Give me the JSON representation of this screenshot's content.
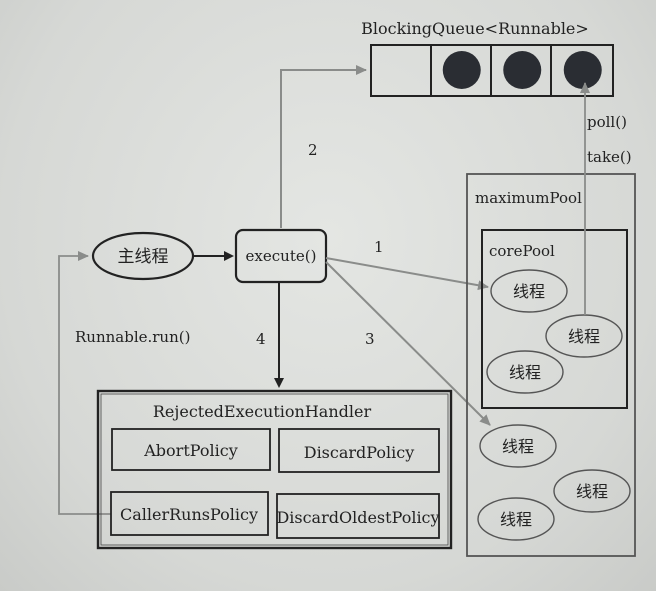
{
  "queue": {
    "title": "BlockingQueue<Runnable>",
    "slots_filled": [
      false,
      true,
      true,
      true
    ]
  },
  "main_thread": {
    "label": "主线程"
  },
  "execute": {
    "label": "execute()"
  },
  "arrows": {
    "step1": "1",
    "step2": "2",
    "step3": "3",
    "step4": "4",
    "runnable_run": "Runnable.run()",
    "poll": "poll()",
    "take": "take()"
  },
  "maximum_pool": {
    "title": "maximumPool",
    "threads": [
      "线程",
      "线程",
      "线程"
    ]
  },
  "core_pool": {
    "title": "corePool",
    "threads": [
      "线程",
      "线程",
      "线程"
    ]
  },
  "handler": {
    "title": "RejectedExecutionHandler",
    "policies": [
      "AbortPolicy",
      "DiscardPolicy",
      "CallerRunsPolicy",
      "DiscardOldestPolicy"
    ]
  },
  "colors": {
    "line": "#222222",
    "gray_line": "#8a8c8a",
    "dot": "#2a2d33"
  }
}
